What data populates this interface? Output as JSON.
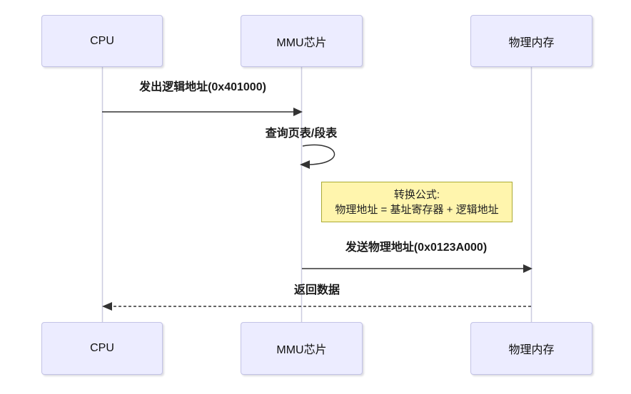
{
  "diagram": {
    "type": "sequence-diagram",
    "actors": [
      {
        "id": "cpu",
        "label": "CPU"
      },
      {
        "id": "mmu",
        "label": "MMU芯片"
      },
      {
        "id": "memory",
        "label": "物理内存"
      }
    ],
    "messages": [
      {
        "label": "发出逻辑地址(0x401000)",
        "from": "CPU",
        "to": "MMU芯片",
        "type": "solid-arrow"
      },
      {
        "label": "查询页表/段表",
        "from": "MMU芯片",
        "to": "MMU芯片",
        "type": "self-loop"
      },
      {
        "label": "发送物理地址(0x0123A000)",
        "from": "MMU芯片",
        "to": "物理内存",
        "type": "solid-arrow"
      },
      {
        "label": "返回数据",
        "from": "物理内存",
        "to": "CPU",
        "type": "dashed-arrow"
      }
    ],
    "note": {
      "attached_to": "MMU芯片",
      "lines": [
        "转换公式:",
        "物理地址 = 基址寄存器 + 逻辑地址"
      ]
    },
    "colors": {
      "actor_fill": "#ECECFF",
      "actor_border": "#C3C3E6",
      "lifeline": "#CCCCE0",
      "note_fill": "#FFF5AD",
      "note_border": "#AAAA33",
      "arrow": "#333333",
      "text": "#1a1a1a",
      "background": "#ffffff"
    }
  }
}
